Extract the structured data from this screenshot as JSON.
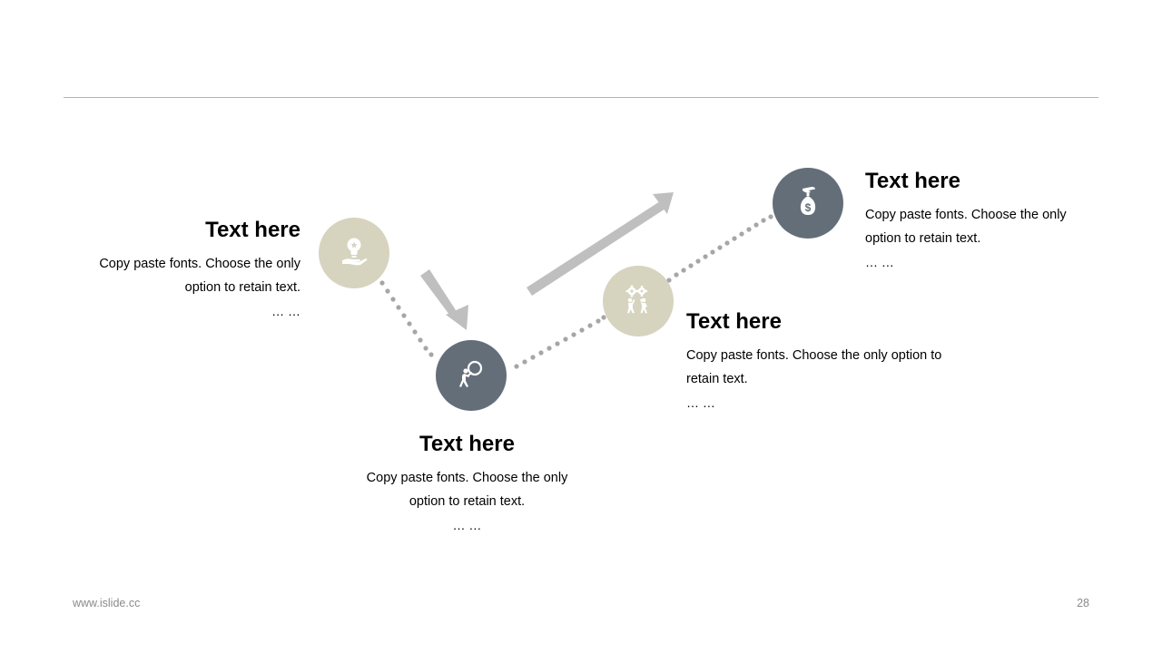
{
  "colors": {
    "beige": "#d6d3bf",
    "slate": "#646e79",
    "dots": "#a6a6a6",
    "arrow": "#bfbfbf",
    "rule": "#b3b3b3"
  },
  "steps": [
    {
      "title": "Text here",
      "body": "Copy paste fonts. Choose the only option to retain text.",
      "ellipsis": "… …",
      "icon": "lightbulb-hand-icon"
    },
    {
      "title": "Text here",
      "body": "Copy paste fonts. Choose the only option to retain text.",
      "ellipsis": "… …",
      "icon": "person-pushing-icon"
    },
    {
      "title": "Text here",
      "body": "Copy paste fonts. Choose the only option to retain text.",
      "ellipsis": "… …",
      "icon": "teamwork-gears-icon"
    },
    {
      "title": "Text here",
      "body": "Copy paste fonts. Choose the only option to retain text.",
      "ellipsis": "… …",
      "icon": "money-bag-hand-icon"
    }
  ],
  "footer": {
    "website": "www.islide.cc",
    "page_number": "28"
  }
}
